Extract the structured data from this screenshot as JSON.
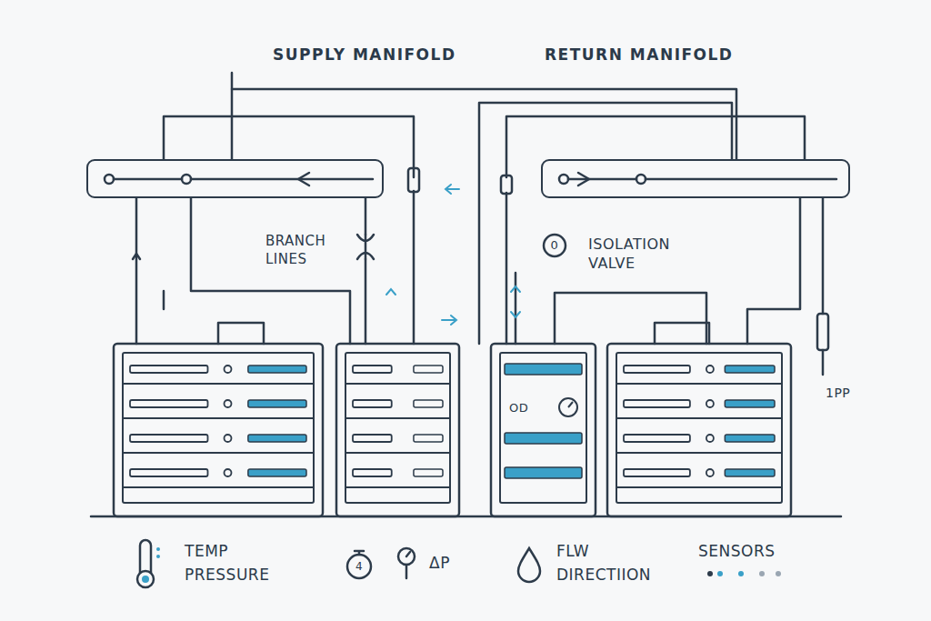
{
  "diagram": {
    "nodes": [
      {
        "text": [
          "SUPPLY MANIFOLD"
        ]
      },
      {
        "text": [
          "RETURN MANIFOLD"
        ]
      }
    ],
    "edges": [
      {
        "from": 0,
        "to": 1,
        "arrow": "none"
      }
    ],
    "labels": [
      "BRANCH LINES",
      "ISOLATION VALVE",
      "0",
      "OD",
      "1PP",
      "4"
    ],
    "legend": [
      {
        "text": "TEMP PRESSURE"
      },
      {
        "text": "ΔP"
      },
      {
        "text": "FLW DIRECTIION"
      },
      {
        "text": "SENSORS"
      }
    ]
  }
}
